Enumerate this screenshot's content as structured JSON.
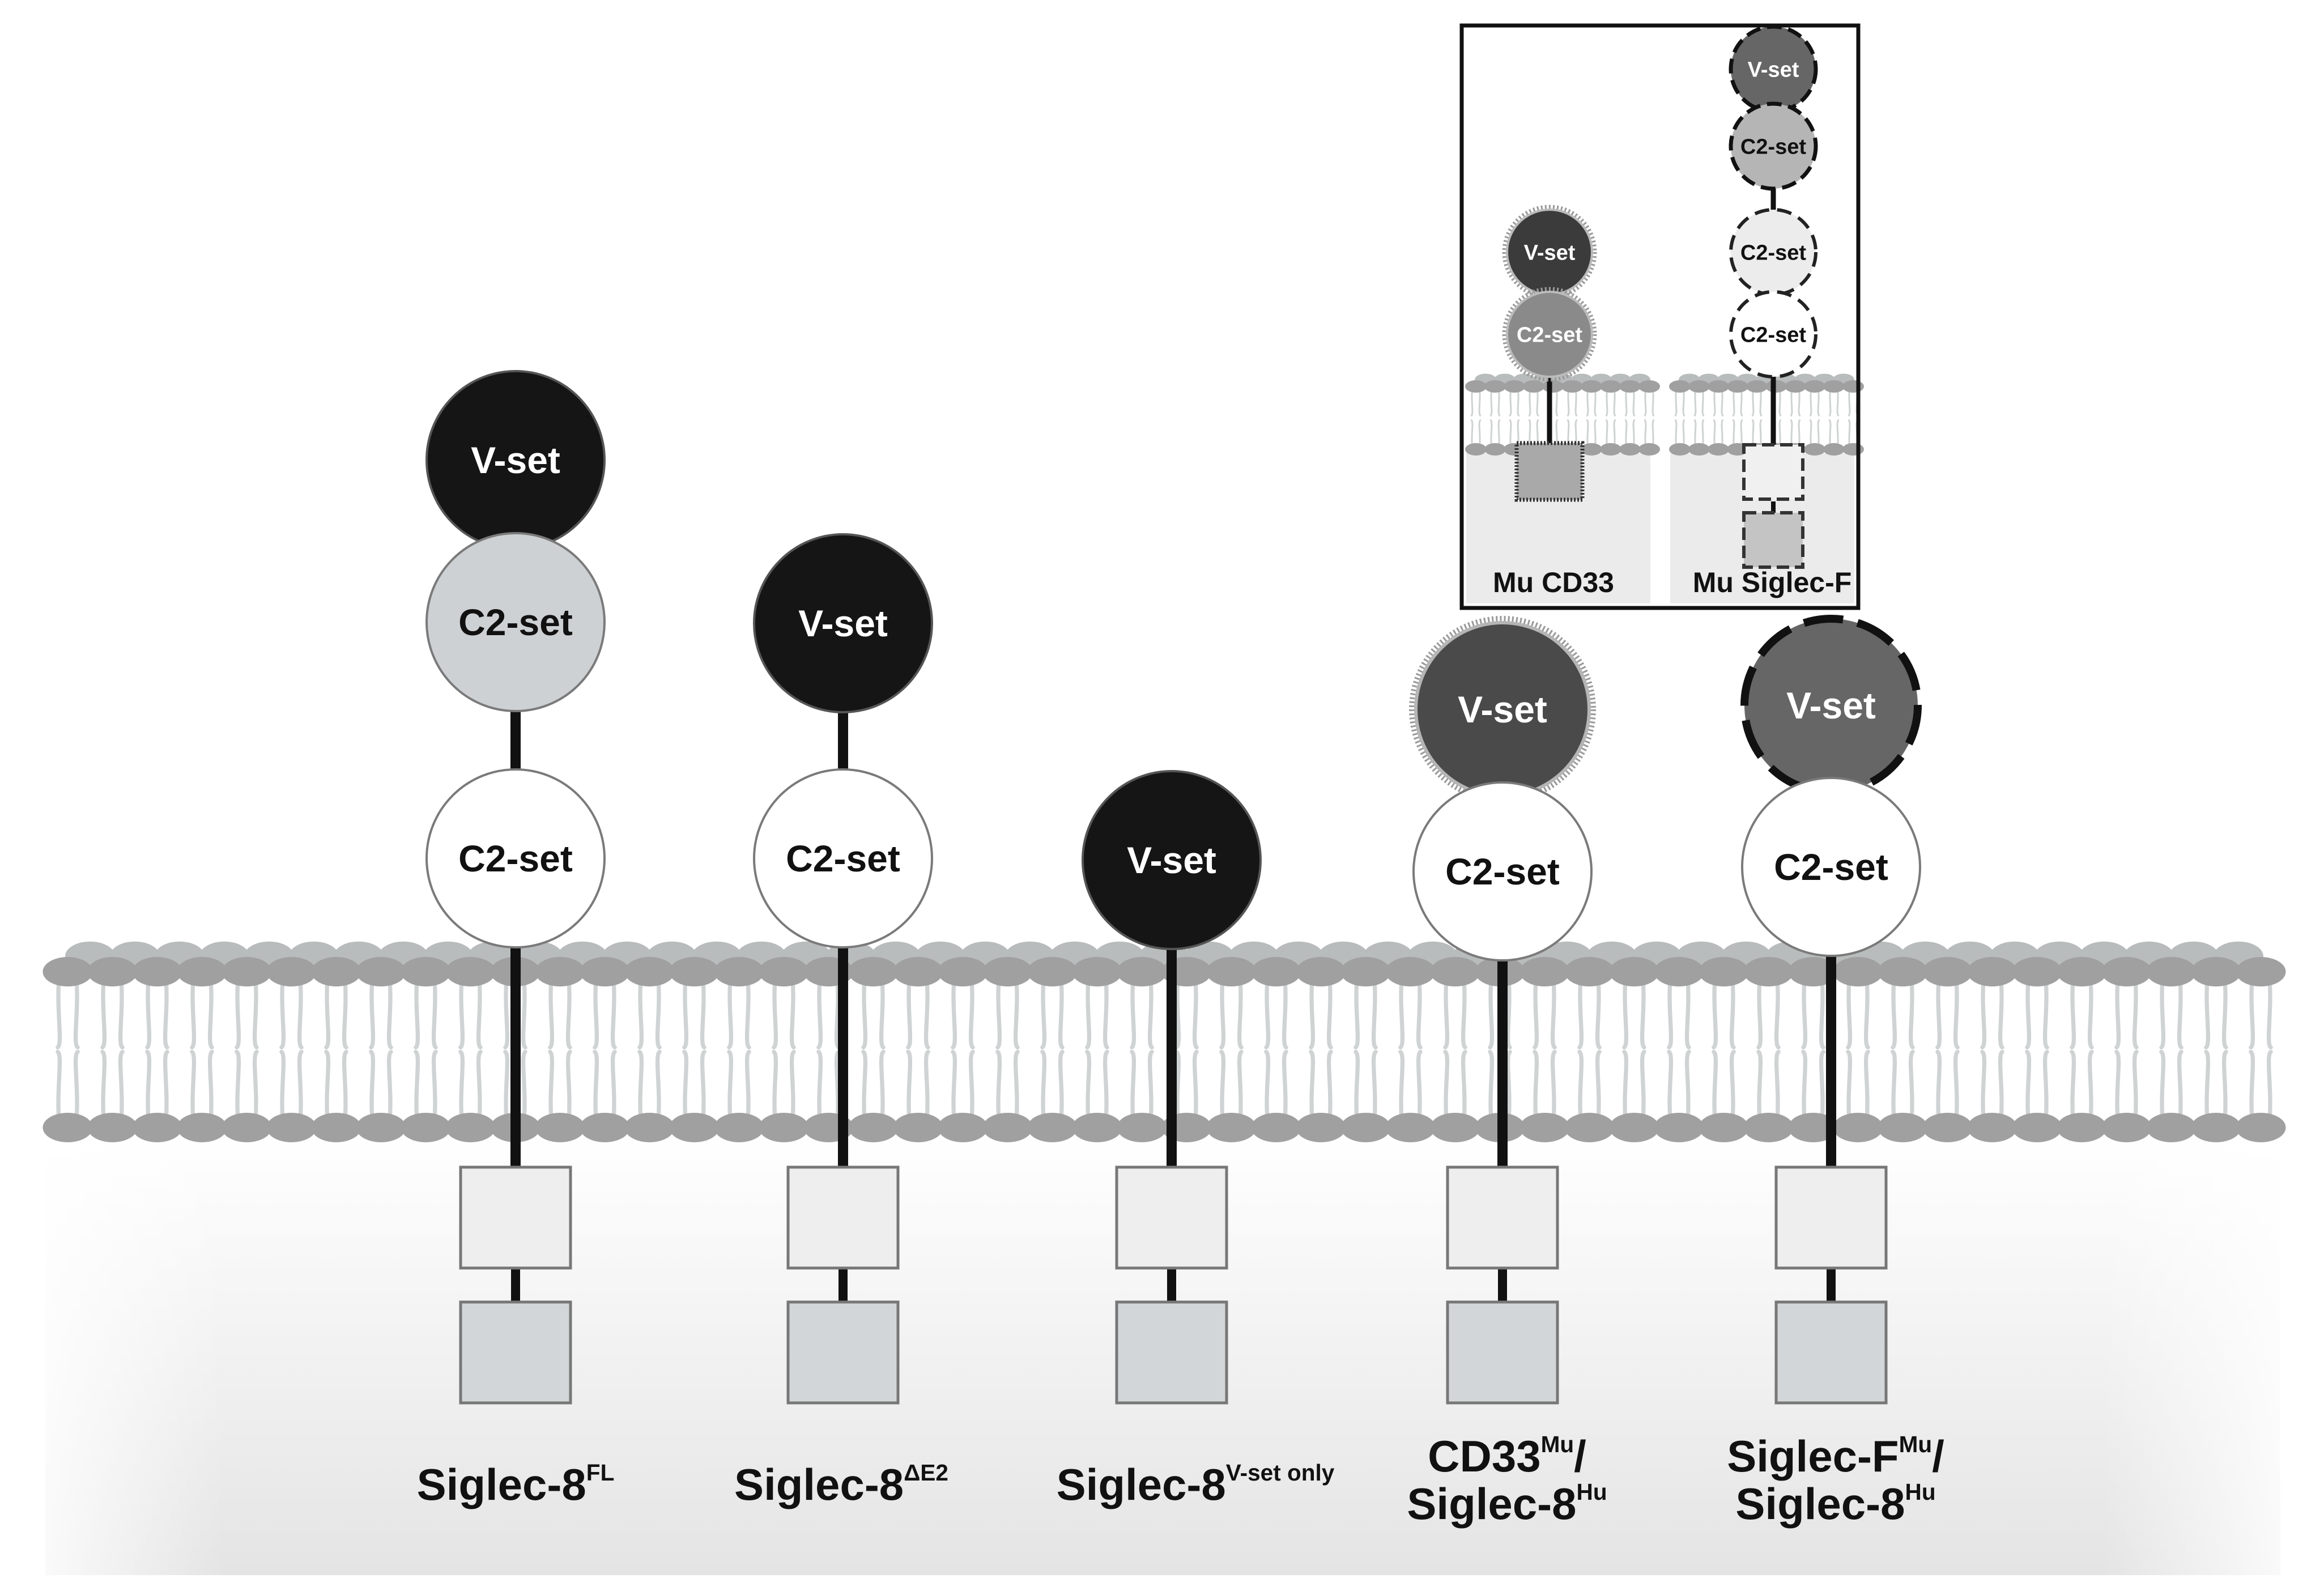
{
  "colors": {
    "vset_dark": "#151515",
    "vset_mid": "#4a4a4a",
    "vset_siglecF": "#666666",
    "c2_light": "#cdd1d4",
    "c2_white": "#ffffff",
    "c2_cd33": "#8a8a8a",
    "c2_siglecF": "#b5b5b5",
    "lipid_head": "#a0a0a0",
    "lipid_tail": "#cfd3d3",
    "itim": "#eeeeee",
    "itsm": "#d3d6d9",
    "stalk": "#111111"
  },
  "domains": {
    "vset": "V-set",
    "c2": "C2-set"
  },
  "constructs": [
    {
      "id": "fl",
      "base": "Siglec-8",
      "sup": "FL"
    },
    {
      "id": "de2",
      "base": "Siglec-8",
      "sup": "ΔE2"
    },
    {
      "id": "vonly",
      "base": "Siglec-8",
      "sup": "V-set only"
    },
    {
      "id": "cd33",
      "line1_base": "CD33",
      "line1_sup": "Mu",
      "line1_tail": "/",
      "line2_base": "Siglec-8",
      "line2_sup": "Hu"
    },
    {
      "id": "siglecf",
      "line1_base": "Siglec-F",
      "line1_sup": "Mu",
      "line1_tail": "/",
      "line2_base": "Siglec-8",
      "line2_sup": "Hu"
    }
  ],
  "inset": {
    "left_label": "Mu CD33",
    "right_label": "Mu Siglec-F"
  }
}
